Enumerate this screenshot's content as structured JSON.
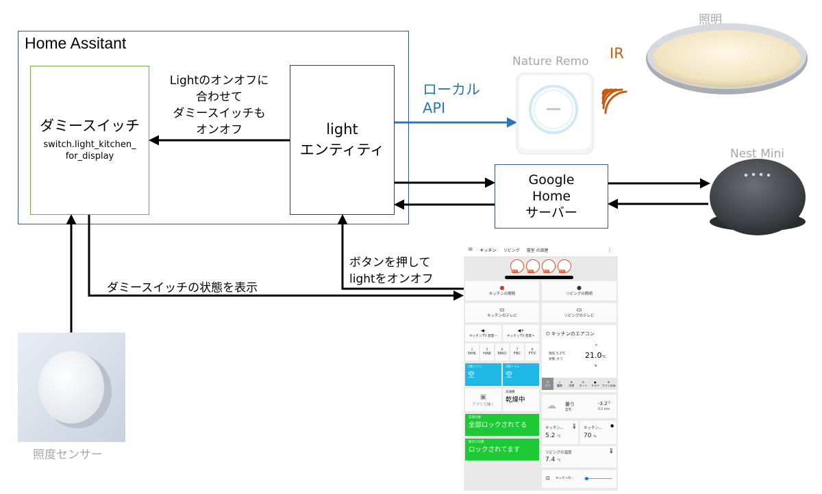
{
  "home_assistant": {
    "title": "Home Assitant",
    "dummy_switch": {
      "name": "ダミースイッチ",
      "entity_line1": "switch.light_kitchen_",
      "entity_line2": "for_display"
    },
    "light_entity": {
      "line1": "light",
      "line2": "エンティティ"
    },
    "sync_label": [
      "Lightのオンオフに",
      "合わせて",
      "ダミースイッチも",
      "オンオフ"
    ]
  },
  "local_api": {
    "line1": "ローカル",
    "line2": "API"
  },
  "nature_remo": {
    "label": "Nature Remo"
  },
  "ir": {
    "label": "IR"
  },
  "ceiling_light": {
    "label": "照明"
  },
  "google_home": {
    "line1": "Google",
    "line2": "Home",
    "line3": "サーバー"
  },
  "nest_mini": {
    "label": "Nest Mini"
  },
  "button_label": {
    "line1": "ボタンを押して",
    "line2": "lightをオンオフ"
  },
  "display_label": "ダミースイッチの状態を表示",
  "lux_sensor": {
    "label": "照度センサー"
  },
  "colors": {
    "ha_border": "#2f5597",
    "dummy_border": "#70ad47",
    "light_border": "#c00000",
    "api_blue": "#2e75b6",
    "ir_orange": "#c55a11",
    "gray_text": "#a6a6a6"
  },
  "phone": {
    "tabs": [
      "キッチン",
      "リビング",
      "寝室",
      "の部屋"
    ],
    "menu_icon": "more-vert-icon",
    "avatars": [
      "在宅",
      "在宅",
      "在宅",
      "在宅"
    ],
    "kitchen_light": "キッチンの照明",
    "living_light": "リビングの照明",
    "kitchen_tv": "キッチンのテレビ",
    "living_tv": "リビングのテレビ",
    "vol_down": "キッチンTV 音量ー",
    "vol_up": "キッチンTV 音量＋",
    "channels": [
      {
        "num": "1",
        "name": "NHK"
      },
      {
        "num": "5",
        "name": "HAB"
      },
      {
        "num": "6",
        "name": "MRO"
      },
      {
        "num": "7",
        "name": "FBC"
      },
      {
        "num": "8",
        "name": "FTV"
      }
    ],
    "aircon": {
      "title": "キッチンのエアコン",
      "current_label": "現在",
      "current_value": "5.2°C",
      "state_label": "状態",
      "state_value": "オフ",
      "target": "21.0",
      "target_unit": "°C",
      "modes": [
        "オフ",
        "暖房",
        "冷房",
        "オート",
        "ドライ",
        "ファンのみ"
      ]
    },
    "toilet1": {
      "label": "1階トイレ",
      "value": "空"
    },
    "toilet2": {
      "label": "2階トイレ",
      "value": "空"
    },
    "app": {
      "label": "アプリで開く"
    },
    "washer": {
      "label": "洗濯機",
      "value": "乾燥中"
    },
    "weather": {
      "condition": "曇り",
      "place": "自宅",
      "temp": "-3.2",
      "temp_unit": "°C",
      "rain": "0.2 mm"
    },
    "kitchen_temp": {
      "label": "キッチン...",
      "value": "5.2",
      "unit": "°C"
    },
    "kitchen_hum": {
      "label": "キッチン...",
      "value": "70",
      "unit": "%"
    },
    "living_temp": {
      "label": "リビングの温度",
      "value": "7.4",
      "unit": "°C"
    },
    "lock_all": {
      "label": "玄関の鍵",
      "value": "全部ロックされてる"
    },
    "lock_one": {
      "label": "勝手口の鍵",
      "value": "ロックされてます"
    },
    "cast": {
      "label": "キッチンの..."
    }
  }
}
